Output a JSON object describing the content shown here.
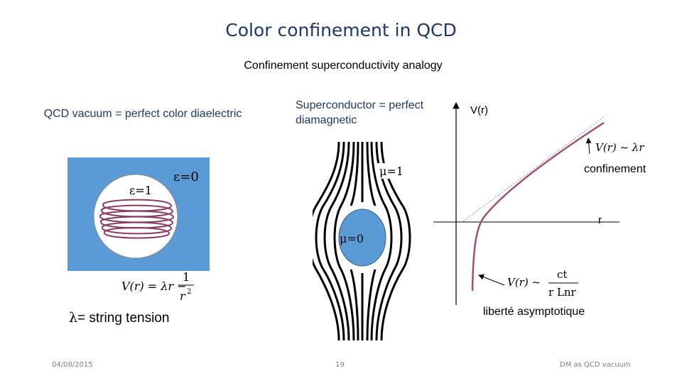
{
  "slide": {
    "title": "Color confinement in QCD",
    "subtitle": "Confinement superconductivity analogy",
    "qcd_heading": "QCD vacuum = perfect color diaelectric",
    "sc_heading": "Superconductor = perfect diamagnetic",
    "lambda_symbol": "λ",
    "lambda_text": "= string tension",
    "footer": {
      "date": "04/08/2015",
      "page": "19",
      "right": "DM as QCD vacuum"
    }
  },
  "qcd_diagram": {
    "outside_label": "ε=0",
    "inside_label": "ε=1",
    "potential_formula_lhs": "V(r) = λr −",
    "potential_formula_num": "1",
    "potential_formula_den": "r",
    "potential_formula_exp": "2",
    "colors": {
      "vacuum": "#5b9bd5",
      "string": "#8b3a62"
    }
  },
  "sc_diagram": {
    "outside_label": "μ=1",
    "inside_label": "μ=0",
    "colors": {
      "core": "#5b9bd5",
      "lines": "#000000"
    }
  },
  "plot": {
    "ylabel": "V(r)",
    "xlabel": "r",
    "confinement_formula": "V(r) ~ λr",
    "confinement_label": "confinement",
    "asymptotic_formula_lhs": "V(r) ~",
    "asymptotic_formula_num": "ct",
    "asymptotic_formula_den": "r Lnr",
    "asymptotic_label": "liberté asymptotique",
    "colors": {
      "curve": "#a0507a",
      "asymptote": "#888888"
    }
  }
}
